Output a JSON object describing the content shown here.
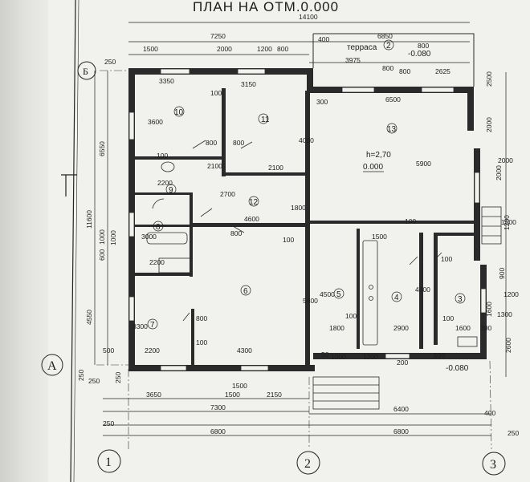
{
  "drawing": {
    "title": "ПЛАН НА ОТМ.0.000",
    "terrace_label": "терраса",
    "terrace_level": "-0.080",
    "entrance_level": "-0.080",
    "main_level": "0.000",
    "ceiling_note": "h=2,70",
    "axes": {
      "cols": [
        "1",
        "2",
        "3"
      ],
      "rows": [
        "А",
        "Б"
      ]
    },
    "rooms": [
      "10",
      "11",
      "13",
      "9",
      "12",
      "8",
      "6",
      "5",
      "4",
      "3",
      "7",
      "2"
    ],
    "dims_top": [
      "14100",
      "7250",
      "6850",
      "1500",
      "2000",
      "1200",
      "800",
      "800",
      "3975",
      "2625",
      "250",
      "300",
      "800",
      "3350",
      "3150",
      "6500",
      "800",
      "400"
    ],
    "dims_left": [
      "6550",
      "11600",
      "4550",
      "1000",
      "600",
      "1000",
      "250",
      "250"
    ],
    "dims_inner": [
      "3600",
      "4000",
      "5900",
      "800",
      "800",
      "100",
      "100",
      "2100",
      "2100",
      "2200",
      "2700",
      "1800",
      "4600",
      "800",
      "100",
      "1500",
      "100",
      "3000",
      "2200",
      "4500",
      "5400",
      "4400",
      "100",
      "3300",
      "800",
      "100",
      "1800",
      "100",
      "2900",
      "100",
      "1600",
      "300",
      "2200",
      "4300",
      "1000",
      "1200",
      "500",
      "500",
      "50",
      "200",
      "1300",
      "1200",
      "2000",
      "1500"
    ],
    "dims_bottom": [
      "3650",
      "1500",
      "2150",
      "7300",
      "6400",
      "400",
      "250",
      "6800",
      "6800",
      "250",
      "250",
      "1500"
    ],
    "dims_right": [
      "2500",
      "2000",
      "2000",
      "900",
      "1600",
      "2600",
      "1200"
    ]
  }
}
